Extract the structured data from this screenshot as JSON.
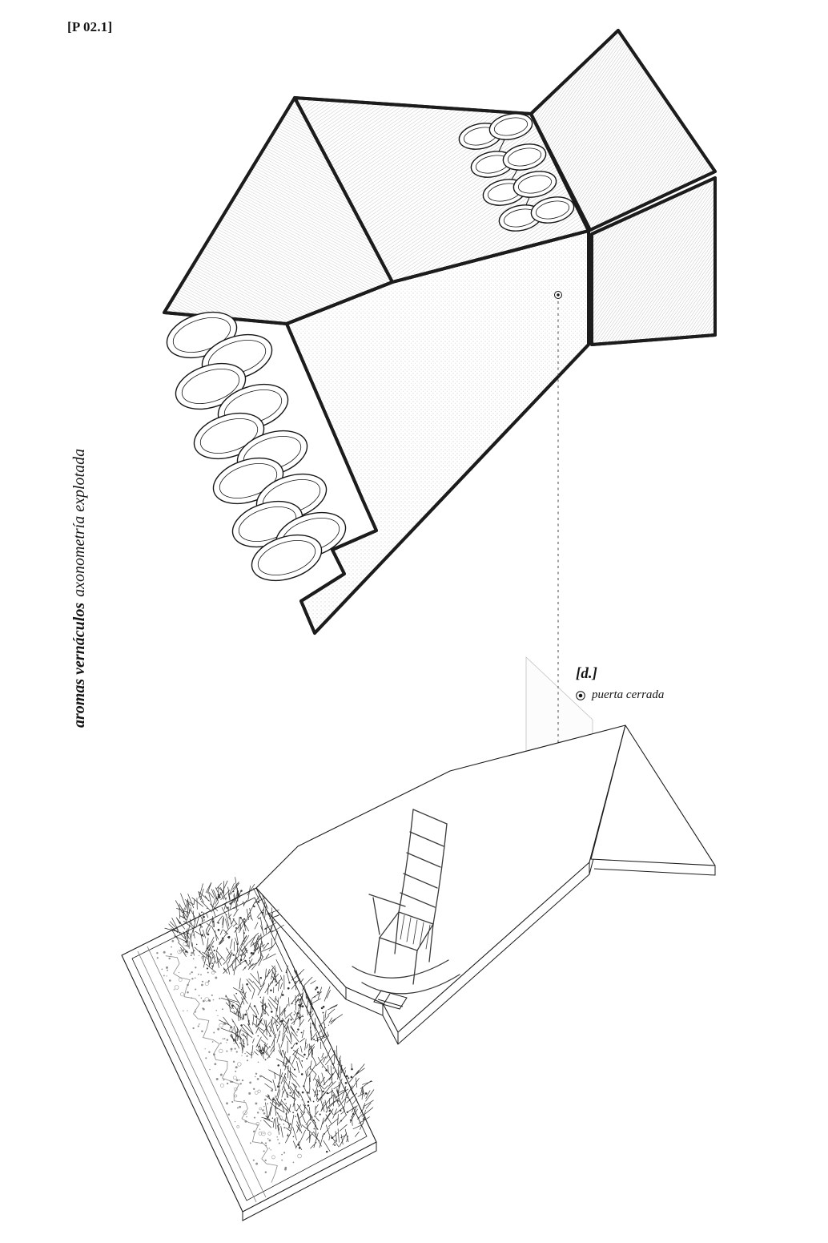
{
  "page": {
    "ref_label": "[P 02.1]"
  },
  "side_title": {
    "bold": "aromas vernáculos",
    "regular": "axonometría explotada"
  },
  "annotation": {
    "label": "[d.]",
    "legend_text": "puerta cerrada"
  },
  "colors": {
    "ink": "#141414",
    "hatch": "#b5b5b5",
    "background": "#ffffff",
    "muted": "#8a8a8a"
  }
}
